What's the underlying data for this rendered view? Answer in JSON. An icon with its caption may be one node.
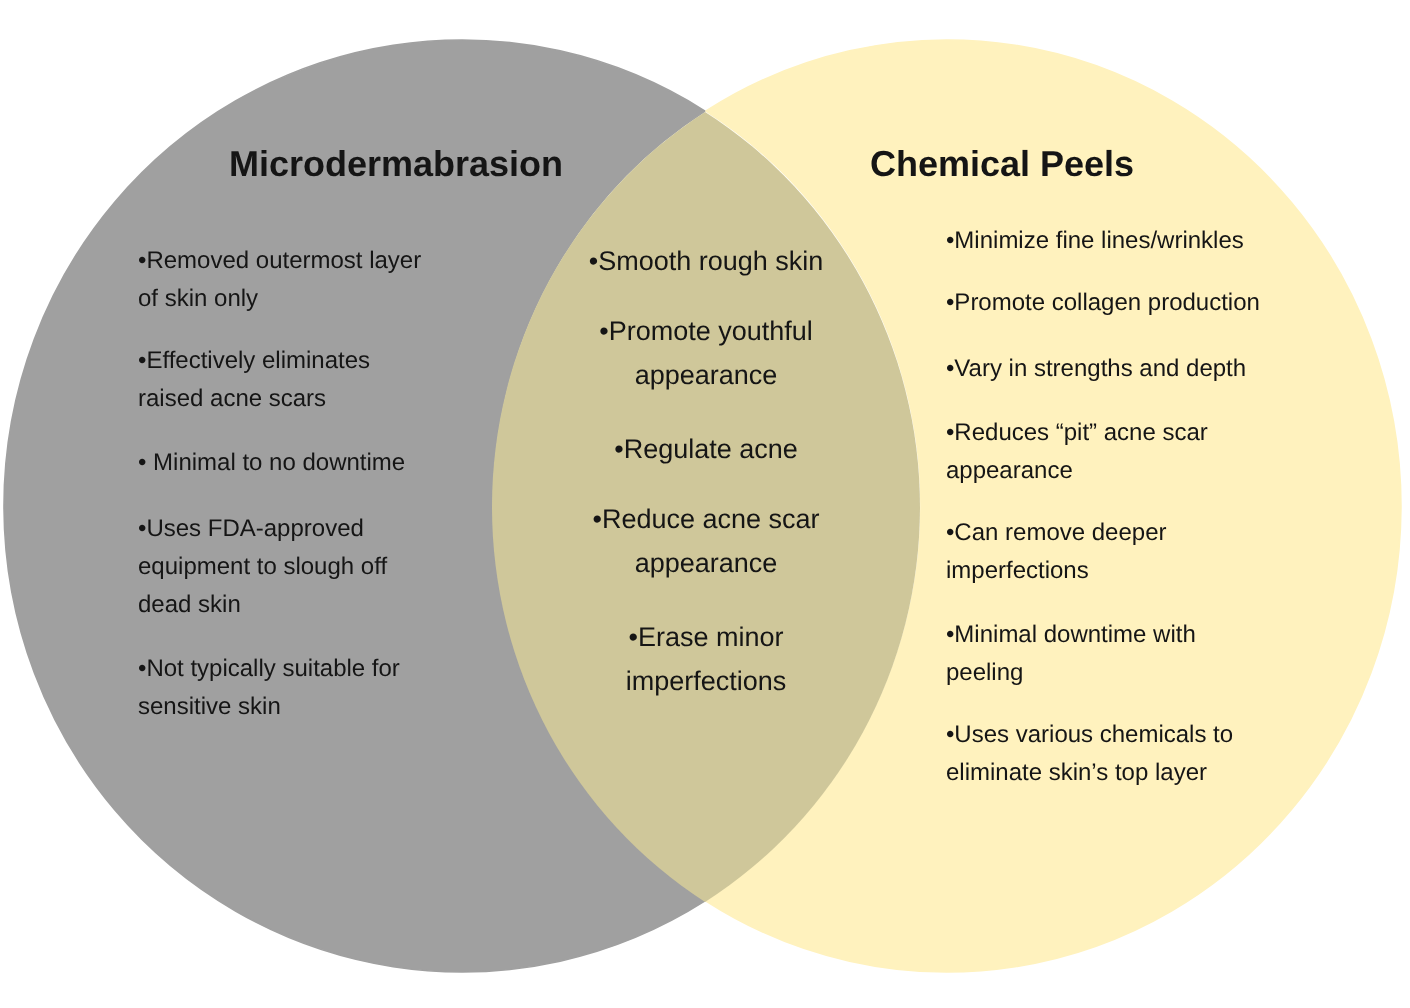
{
  "diagram": {
    "nodes": [
      {
        "text": [
          "Microdermabrasion",
          "•Removed outermost layer of skin only",
          "•Effectively eliminates raised acne scars",
          "• Minimal to no downtime",
          "•Uses FDA-approved equipment to slough off dead skin",
          "•Not typically suitable for sensitive skin"
        ]
      },
      {
        "text": [
          "Chemical Peels",
          "•Minimize fine lines/wrinkles",
          "•Promote collagen production",
          "•Vary in strengths and depth",
          "•Reduces “pit” acne scar appearance",
          "•Can remove deeper imperfections",
          "•Minimal downtime with peeling",
          "•Uses various chemicals to eliminate skin’s top layer"
        ]
      },
      {
        "text": [
          "•Smooth rough skin",
          "•Promote youthful appearance",
          "•Regulate acne",
          "•Reduce acne scar appearance",
          "•Erase minor imperfections"
        ]
      }
    ]
  }
}
